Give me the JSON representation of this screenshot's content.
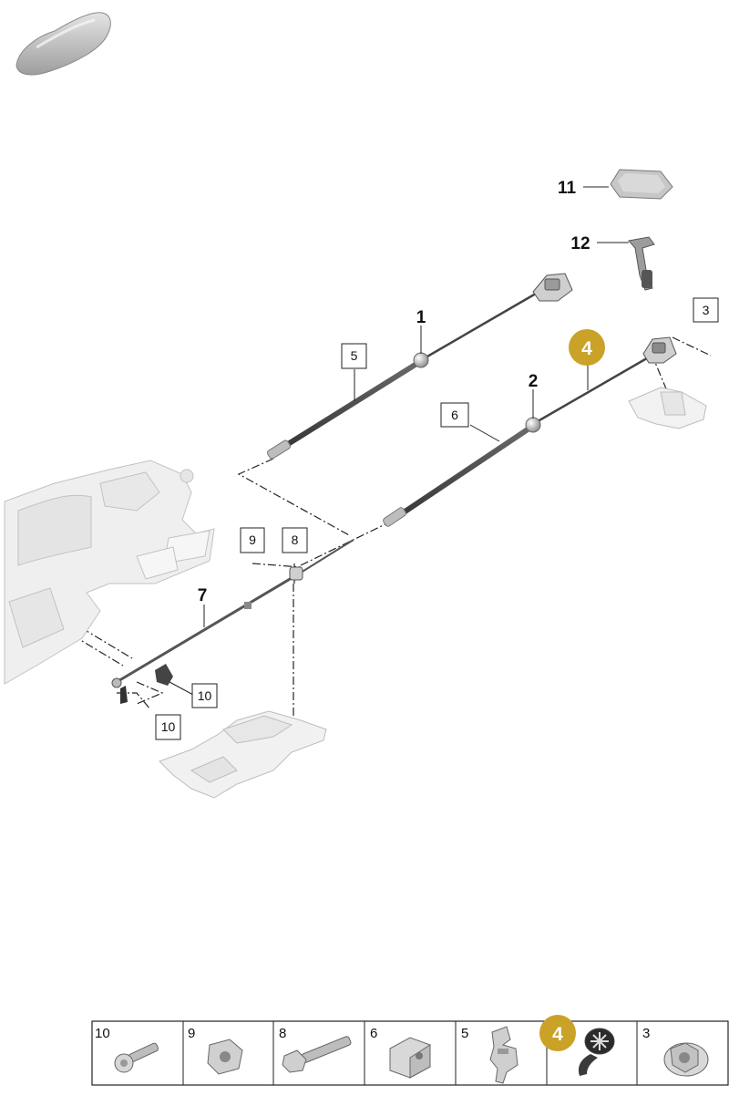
{
  "callouts": {
    "c1": "1",
    "c2": "2",
    "c3": "3",
    "c4": "4",
    "c5": "5",
    "c6": "6",
    "c7": "7",
    "c8": "8",
    "c9": "9",
    "c10a": "10",
    "c10b": "10",
    "c11": "11",
    "c12": "12"
  },
  "parts_strip": [
    {
      "number": "10",
      "icon": "bolt-icon"
    },
    {
      "number": "9",
      "icon": "hex-nut-icon"
    },
    {
      "number": "8",
      "icon": "long-bolt-icon"
    },
    {
      "number": "6",
      "icon": "clip-block-icon"
    },
    {
      "number": "5",
      "icon": "cable-clip-icon"
    },
    {
      "number": "4",
      "icon": "rosette-clip-icon",
      "highlighted": true
    },
    {
      "number": "3",
      "icon": "flange-nut-icon"
    }
  ],
  "colors": {
    "highlight": "#C9A227",
    "line": "#222222",
    "part_fill": "#e6e6e6",
    "part_stroke": "#9a9a9a"
  }
}
